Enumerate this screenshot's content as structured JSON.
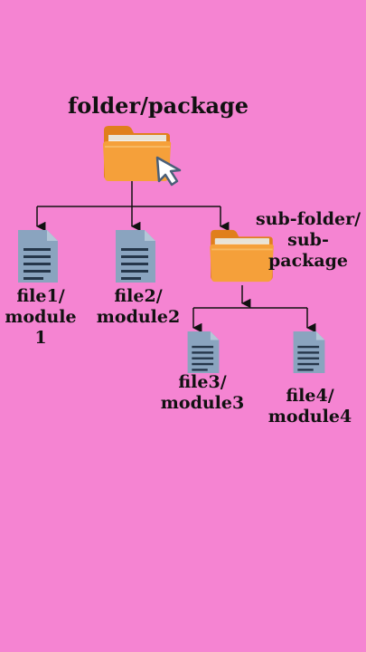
{
  "diagram": {
    "root": {
      "label": "folder/package"
    },
    "children": [
      {
        "label": "file1/\nmodule\n1"
      },
      {
        "label": "file2/\nmodule2"
      },
      {
        "label": "sub-folder/\nsub-\npackage"
      }
    ],
    "sub_children": [
      {
        "label": "file3/\nmodule3"
      },
      {
        "label": "file4/\nmodule4"
      }
    ]
  },
  "colors": {
    "background": "#f584d2",
    "folder_body": "#f5a03a",
    "folder_back": "#e07f1c",
    "paper": "#f4f1ea",
    "document": "#8aa4bf",
    "document_lines": "#25364a",
    "connector": "#111111"
  },
  "icons": [
    "folder-icon",
    "cursor-arrow-icon",
    "document-icon"
  ]
}
